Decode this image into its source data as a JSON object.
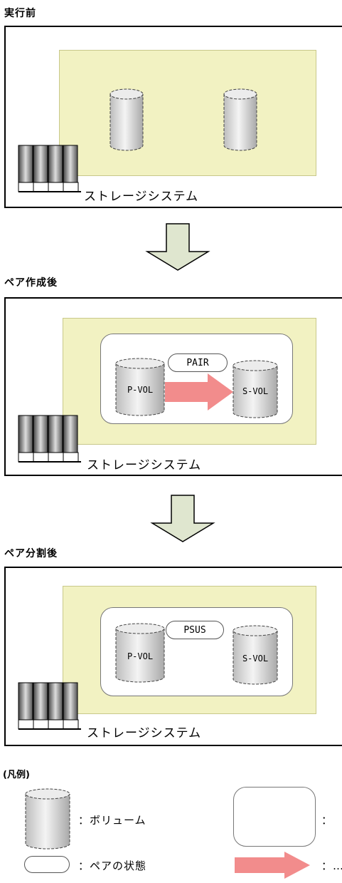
{
  "stages": [
    {
      "title": "実行前",
      "storage_label": "ストレージシステム"
    },
    {
      "title": "ペア作成後",
      "storage_label": "ストレージシステム",
      "pair_status": "PAIR",
      "pvol_label": "P-VOL",
      "svol_label": "S-VOL"
    },
    {
      "title": "ペア分割後",
      "storage_label": "ストレージシステム",
      "pair_status": "PSUS",
      "pvol_label": "P-VOL",
      "svol_label": "S-VOL"
    }
  ],
  "legend": {
    "title": "(凡例)",
    "volume_label": "：ボリューム",
    "pair_state_label": "：ペアの状態",
    "pair_box_label_fragment": "：",
    "arrow_label_fragment": "：…"
  },
  "colors": {
    "storage_panel": "#f2f2c2",
    "copy_arrow": "#f28c8c",
    "flow_arrow": "#dfe6cf"
  }
}
